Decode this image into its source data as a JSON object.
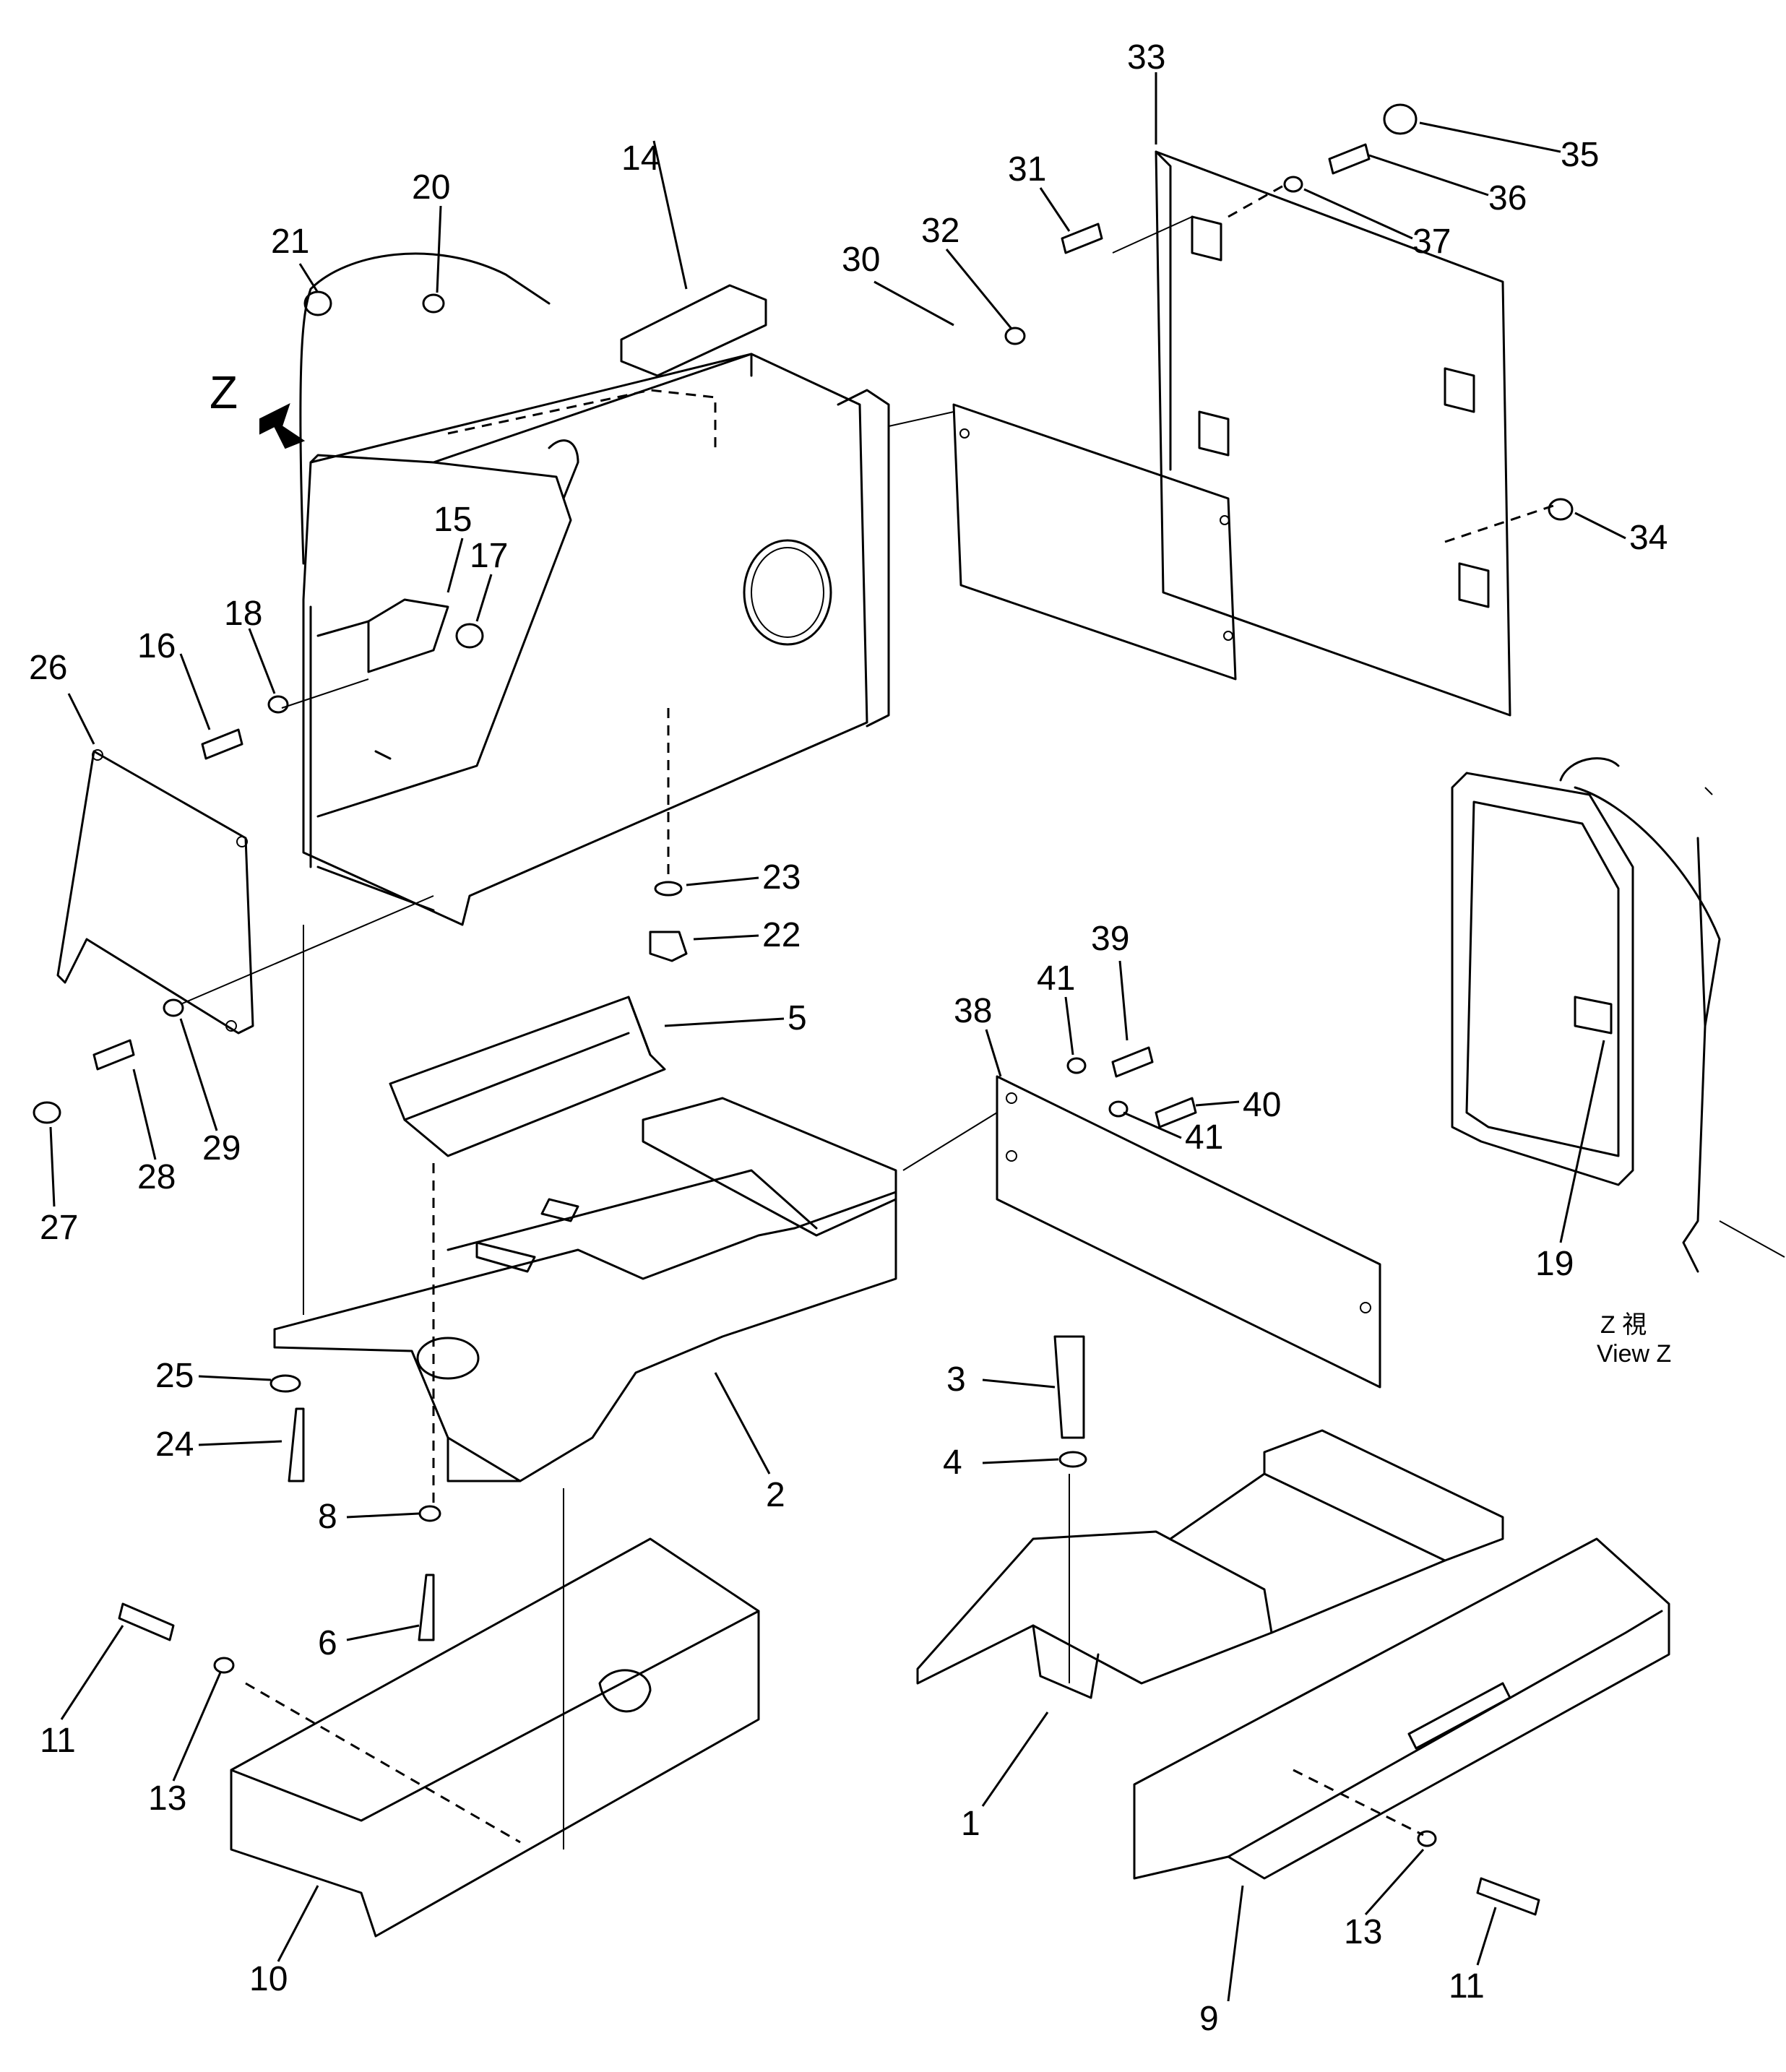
{
  "callouts": [
    "1",
    "2",
    "3",
    "4",
    "5",
    "6",
    "8",
    "9",
    "10",
    "11",
    "11",
    "13",
    "13",
    "14",
    "15",
    "16",
    "17",
    "18",
    "19",
    "20",
    "21",
    "22",
    "23",
    "24",
    "25",
    "26",
    "27",
    "28",
    "29",
    "30",
    "31",
    "32",
    "33",
    "34",
    "35",
    "36",
    "37",
    "38",
    "39",
    "40",
    "41",
    "41"
  ],
  "view_letter": "Z",
  "view_caption_jp": "Z 視",
  "view_caption_en": "View Z"
}
